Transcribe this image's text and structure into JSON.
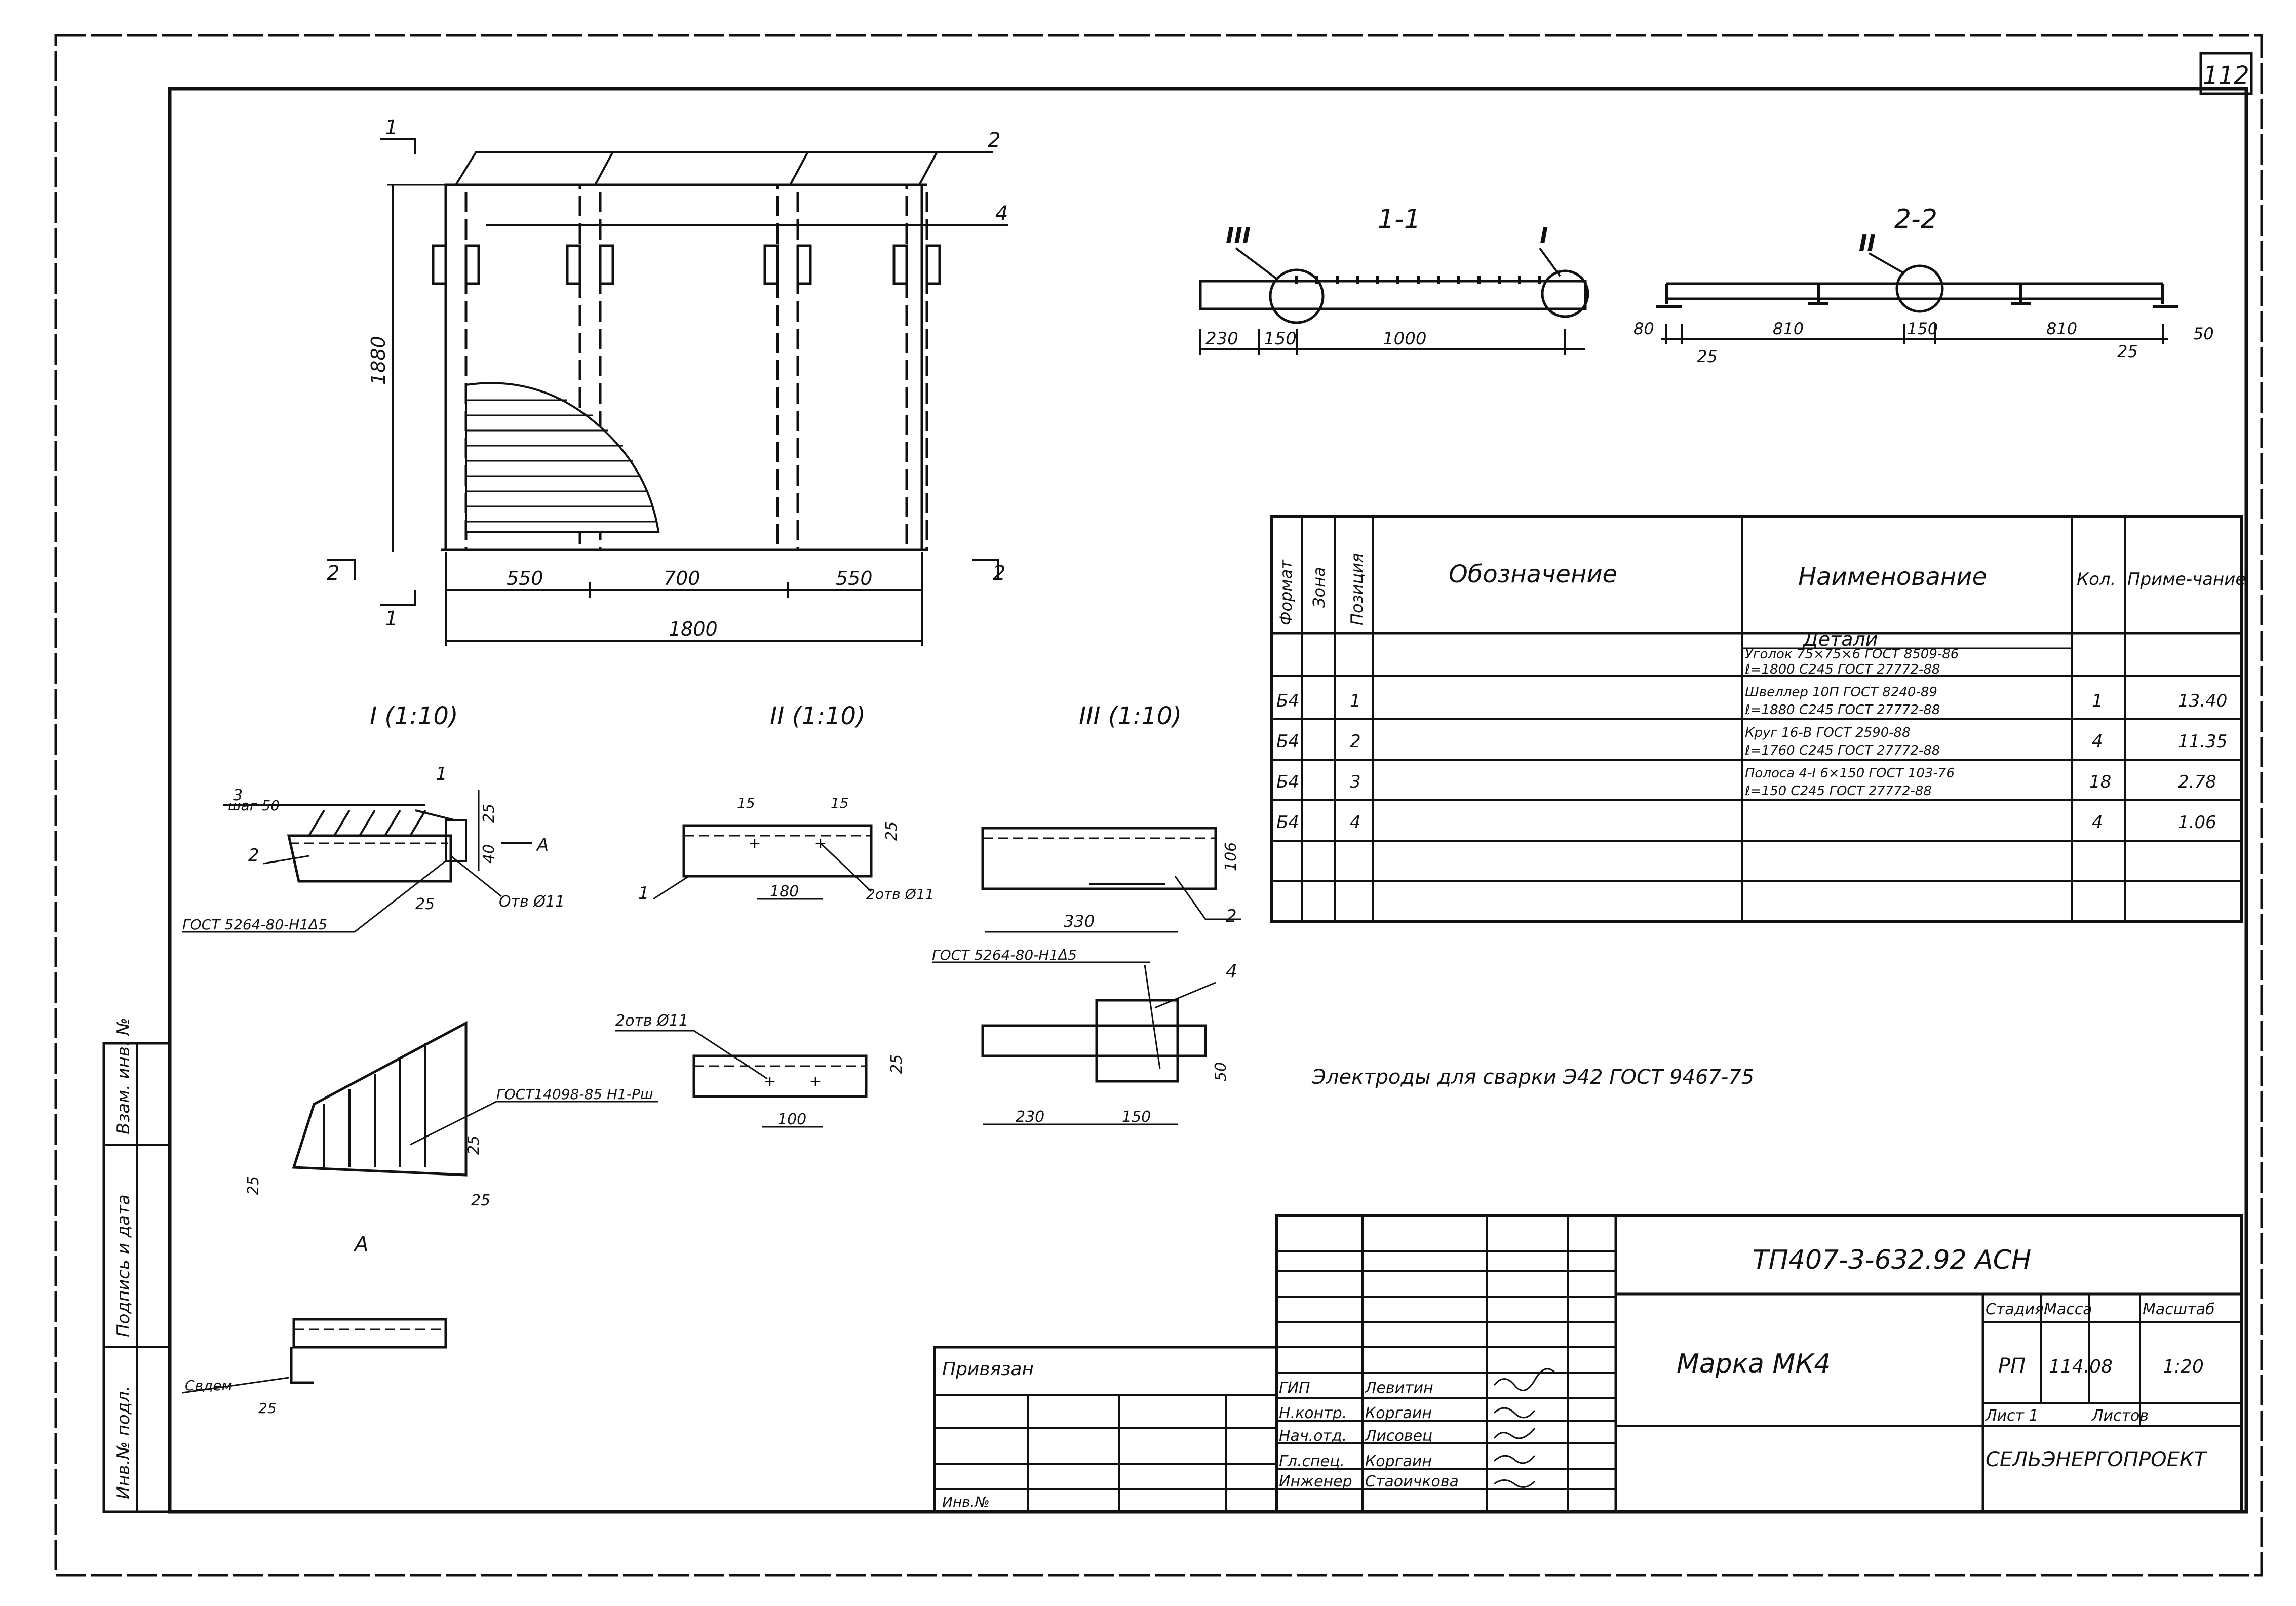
{
  "sheet_number": "112",
  "side_stamp": [
    "Инв.№ подл.",
    "Подпись и дата",
    "Взам. инв. №"
  ],
  "views": {
    "section_1_1": "1-1",
    "section_2_2": "2-2",
    "detail_I": "I (1:10)",
    "detail_II": "II (1:10)",
    "detail_III": "III (1:10)",
    "view_A": "A",
    "marker_I": "I",
    "marker_II": "II",
    "marker_III": "III",
    "cut_1": "1",
    "cut_2": "2"
  },
  "dimensions": {
    "plan_height": "1880",
    "plan_550a": "550",
    "plan_700": "700",
    "plan_550b": "550",
    "plan_total": "1800",
    "s11_230": "230",
    "s11_150": "150",
    "s11_1000": "1000",
    "s22_80": "80",
    "s22_810a": "810",
    "s22_150": "150",
    "s22_810b": "810",
    "s22_50": "50",
    "s22_25a": "25",
    "s22_25b": "25",
    "dI_25": "25",
    "dI_40": "40",
    "dI_25b": "25",
    "dI_step": "шаг 50",
    "dI_hole": "Отв Ø11",
    "dI_weld": "ГОСТ 5264-80-Н1Δ5",
    "dII_15a": "15",
    "dII_15b": "15",
    "dII_25": "25",
    "dII_180": "180",
    "dII_holes": "2отв Ø11",
    "dIII_106": "106",
    "dIII_330": "330",
    "dIV_holes": "2отв Ø11",
    "dIV_25": "25",
    "dIV_100": "100",
    "dV_weld": "ГОСТ 5264-80-Н1Δ5",
    "dV_230": "230",
    "dV_150": "150",
    "dV_50": "50",
    "dA_weld": "ГОСТ14098-85 Н1-Рш",
    "dA_25a": "25",
    "dA_25b": "25",
    "dA_25c": "25",
    "dS_25": "25",
    "dS_label": "Свдем"
  },
  "positions": {
    "p1": "1",
    "p2": "2",
    "p3": "3",
    "p4": "4"
  },
  "spec_table": {
    "headers": {
      "format": "Формат",
      "zone": "Зона",
      "pos": "Позиция",
      "designation": "Обозначение",
      "name": "Наименование",
      "qty": "Кол.",
      "note": "Приме-чание"
    },
    "section": "Детали",
    "rows": [
      {
        "format": "Б4",
        "pos": "1",
        "name1": "Уголок 75×75×6 ГОСТ 8509-86",
        "name2": "ℓ=1800   С245   ГОСТ 27772-88",
        "qty": "1",
        "note": "13.40"
      },
      {
        "format": "Б4",
        "pos": "2",
        "name1": "Швеллер 10П ГОСТ 8240-89",
        "name2": "ℓ=1880   С245 ГОСТ 27772-88",
        "qty": "4",
        "note": "11.35"
      },
      {
        "format": "Б4",
        "pos": "3",
        "name1": "Круг 16-В ГОСТ 2590-88",
        "name2": "ℓ=1760   С245 ГОСТ 27772-88",
        "qty": "18",
        "note": "2.78"
      },
      {
        "format": "Б4",
        "pos": "4",
        "name1": "Полоса 4-I 6×150 ГОСТ 103-76",
        "name2": "ℓ=150   С245 ГОСТ 27772-88",
        "qty": "4",
        "note": "1.06"
      }
    ]
  },
  "note": "Электроды для сварки Э42 ГОСТ 9467-75",
  "title_block": {
    "code": "ТП407-3-632.92   АСН",
    "title": "Марка МК4",
    "stage_label": "Стадия",
    "mass_label": "Масса",
    "scale_label": "Масштаб",
    "stage": "РП",
    "mass": "114.08",
    "scale": "1:20",
    "sheet_label": "Лист 1",
    "sheets_label": "Листов",
    "org": "СЕЛЬЭНЕРГОПРОЕКТ",
    "linked": "Привязан",
    "inv": "Инв.№",
    "roles": [
      {
        "role": "ГИП",
        "name": "Левитин"
      },
      {
        "role": "Н.контр.",
        "name": "Коргаин"
      },
      {
        "role": "Нач.отд.",
        "name": "Лисовец"
      },
      {
        "role": "Гл.спец.",
        "name": "Коргаин"
      },
      {
        "role": "Инженер",
        "name": "Стаоичкова"
      }
    ]
  }
}
